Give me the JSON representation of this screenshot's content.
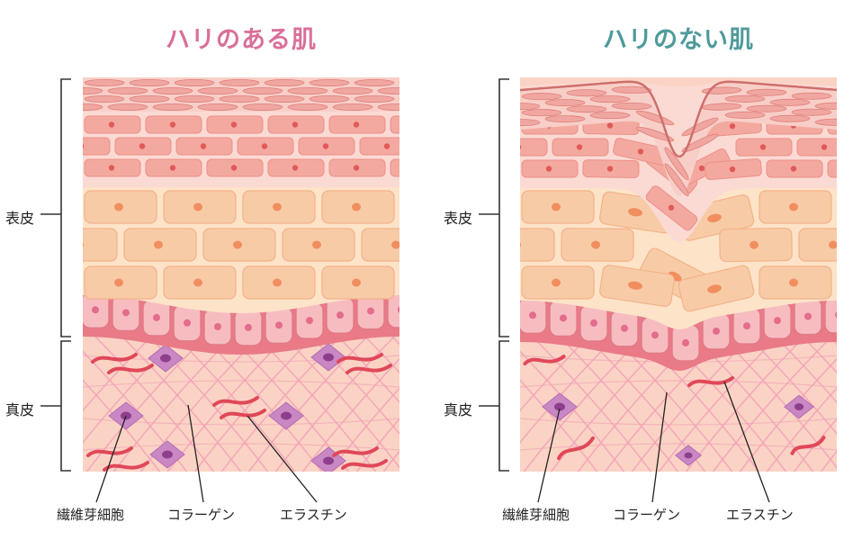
{
  "titles": {
    "left": "ハリのある肌",
    "right": "ハリのない肌"
  },
  "labels": {
    "epidermis": "表皮",
    "dermis": "真皮",
    "fibroblast": "繊維芽細胞",
    "collagen": "コラーゲン",
    "elastin": "エラスチン"
  },
  "colors": {
    "title_left": "#d9709a",
    "title_right": "#4f9a9b",
    "stratum_corneum": "#f0a7a1",
    "granular_cells": "#f3a99f",
    "spinous_cells": "#f8cba7",
    "basal_cells": "#f7bcc0",
    "dermis": "#fbd3c4",
    "fibroblast": "#c987c4",
    "collagen": "#f2a1b8",
    "elastin": "#e04858"
  }
}
